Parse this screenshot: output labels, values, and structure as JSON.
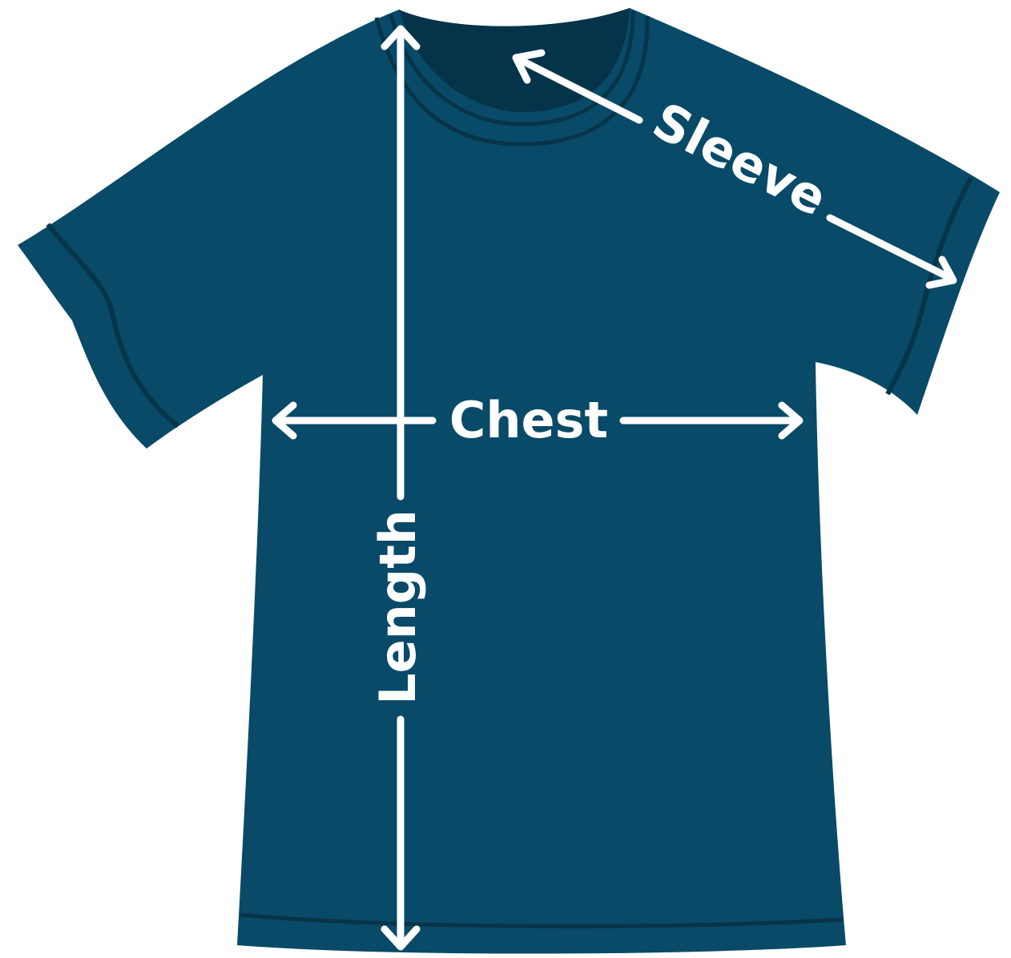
{
  "labels": {
    "sleeve": "Sleeve",
    "chest": "Chest",
    "length": "Length"
  },
  "colors": {
    "shirt": "#084A68",
    "seam": "#063449",
    "collar_inside": "#05344A",
    "arrow": "#ffffff",
    "background": "#ffffff"
  },
  "icons": {
    "shirt": "t-shirt-icon",
    "arrows": "double-arrow-icon"
  }
}
